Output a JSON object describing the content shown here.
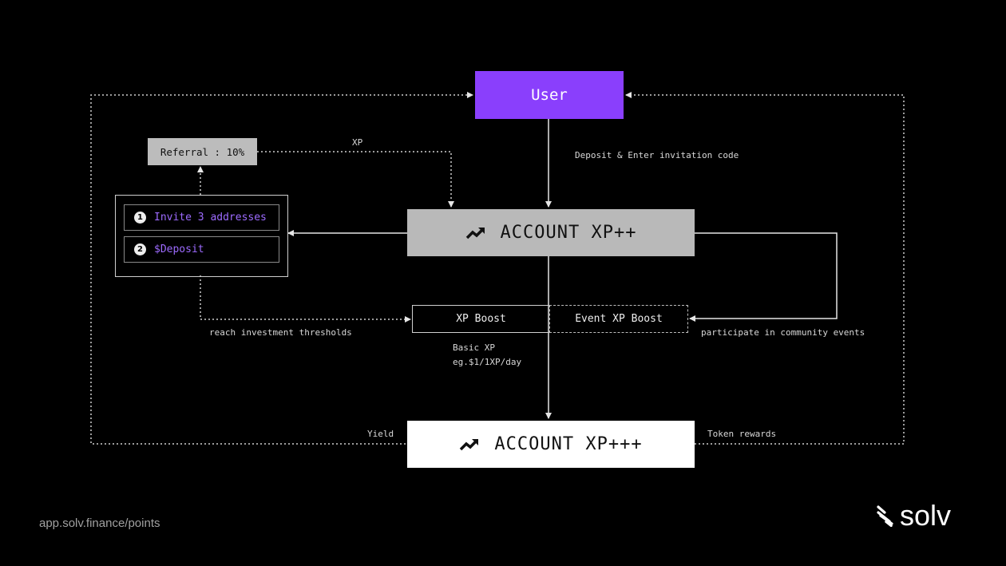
{
  "nodes": {
    "user": "User",
    "referral": "Referral : 10%",
    "account_xp_pp": "ACCOUNT XP++",
    "account_xp_ppp": "ACCOUNT XP+++",
    "xp_boost": "XP Boost",
    "event_xp_boost": "Event XP Boost",
    "tasks": [
      {
        "num": "1",
        "label": "Invite 3 addresses"
      },
      {
        "num": "2",
        "label": "$Deposit"
      }
    ]
  },
  "labels": {
    "xp": "XP",
    "deposit": "Deposit & Enter invitation code",
    "thresholds": "reach investment thresholds",
    "community": "participate in community events",
    "basic_xp": "Basic XP",
    "basic_xp_rate": "eg.$1/1XP/day",
    "yield": "Yield",
    "token_rewards": "Token rewards"
  },
  "footer": {
    "url": "app.solv.finance/points",
    "brand": "solv"
  },
  "colors": {
    "accent": "#8a3ffc",
    "task_text": "#9d6bff"
  }
}
